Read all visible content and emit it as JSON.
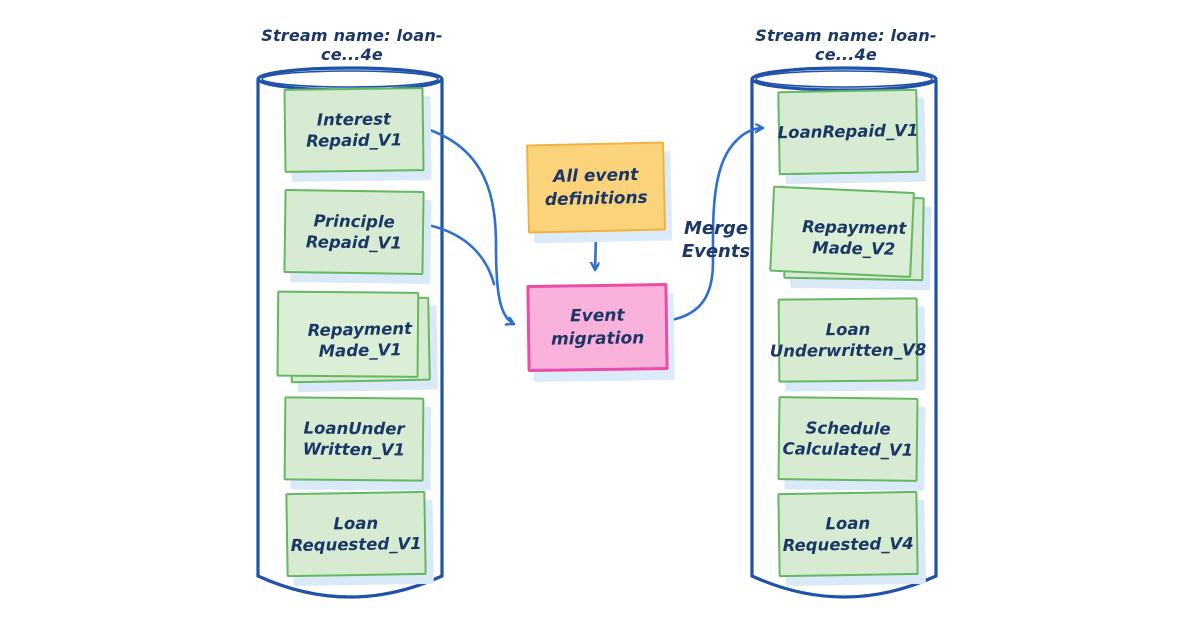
{
  "diagram": {
    "left_stream": {
      "label": "Stream name: loan-ce...4e",
      "cards": [
        {
          "label": "Interest\nRepaid_V1"
        },
        {
          "label": "Principle\nRepaid_V1"
        },
        {
          "label": "Repayment\nMade_V1",
          "stacked": true
        },
        {
          "label": "LoanUnder\nWritten_V1"
        },
        {
          "label": "Loan\nRequested_V1"
        }
      ]
    },
    "right_stream": {
      "label": "Stream name: loan-ce...4e",
      "cards": [
        {
          "label": "LoanRepaid_V1"
        },
        {
          "label": "Repayment\nMade_V2",
          "stacked": true
        },
        {
          "label": "Loan\nUnderwritten_V8"
        },
        {
          "label": "Schedule\nCalculated_V1"
        },
        {
          "label": "Loan\nRequested_V4"
        }
      ]
    },
    "middle": {
      "definitions_box_label": "All event\ndefinitions",
      "migration_box_label": "Event\nmigration",
      "merge_arrow_label": "Merge\nEvents"
    },
    "colors": {
      "ink": "#1c3766",
      "stream_stroke": "#1f52a8",
      "arrow": "#2e6fd0",
      "card_fill": "#d6ebd1",
      "card_border": "#66b763",
      "card_shadow": "#d9e9f8",
      "definitions_fill": "#fbd37a",
      "definitions_border": "#f0b240",
      "migration_fill": "#f9b2db",
      "migration_border": "#ec4ca5"
    }
  }
}
